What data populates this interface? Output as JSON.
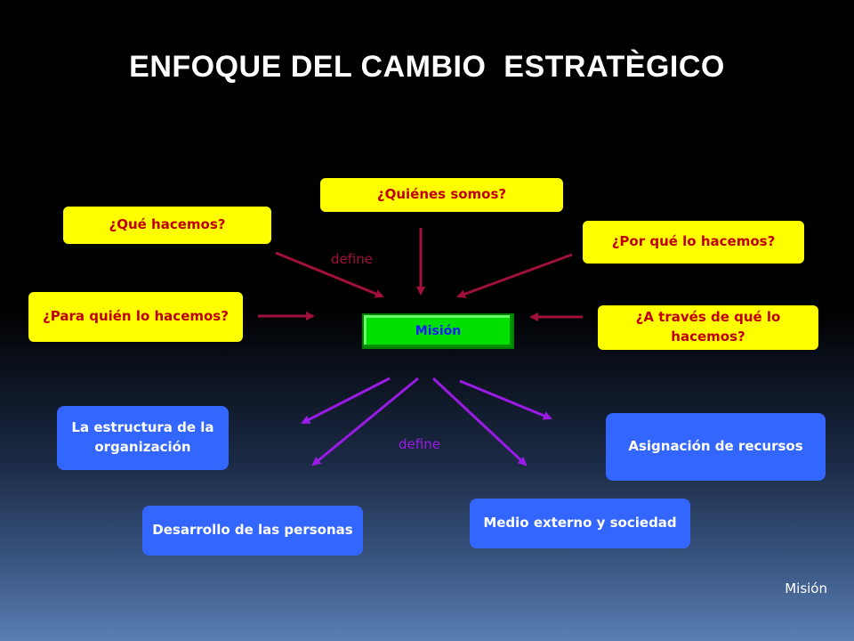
{
  "title": "ENFOQUE DEL CAMBIO  ESTRATÈGICO",
  "center": "Misión",
  "questions": {
    "quienes": "¿Quiénes somos?",
    "que": "¿Qué hacemos?",
    "porque": "¿Por qué lo hacemos?",
    "paraquien": "¿Para quién lo hacemos?",
    "atraves": "¿A través de qué lo hacemos?"
  },
  "results": {
    "estructura": "La estructura de la organización",
    "asignacion": "Asignación de recursos",
    "desarrollo": "Desarrollo de las personas",
    "medio": "Medio externo y sociedad"
  },
  "define_top": "define",
  "define_bottom": "define",
  "footer": "Misión",
  "colors": {
    "question_bg": "#ffff00",
    "question_text": "#c00000",
    "result_bg": "#3366ff",
    "center_bg": "#00e000",
    "center_text": "#1a1aff",
    "arrow_in": "#a0103a",
    "arrow_out": "#9b1be6"
  }
}
